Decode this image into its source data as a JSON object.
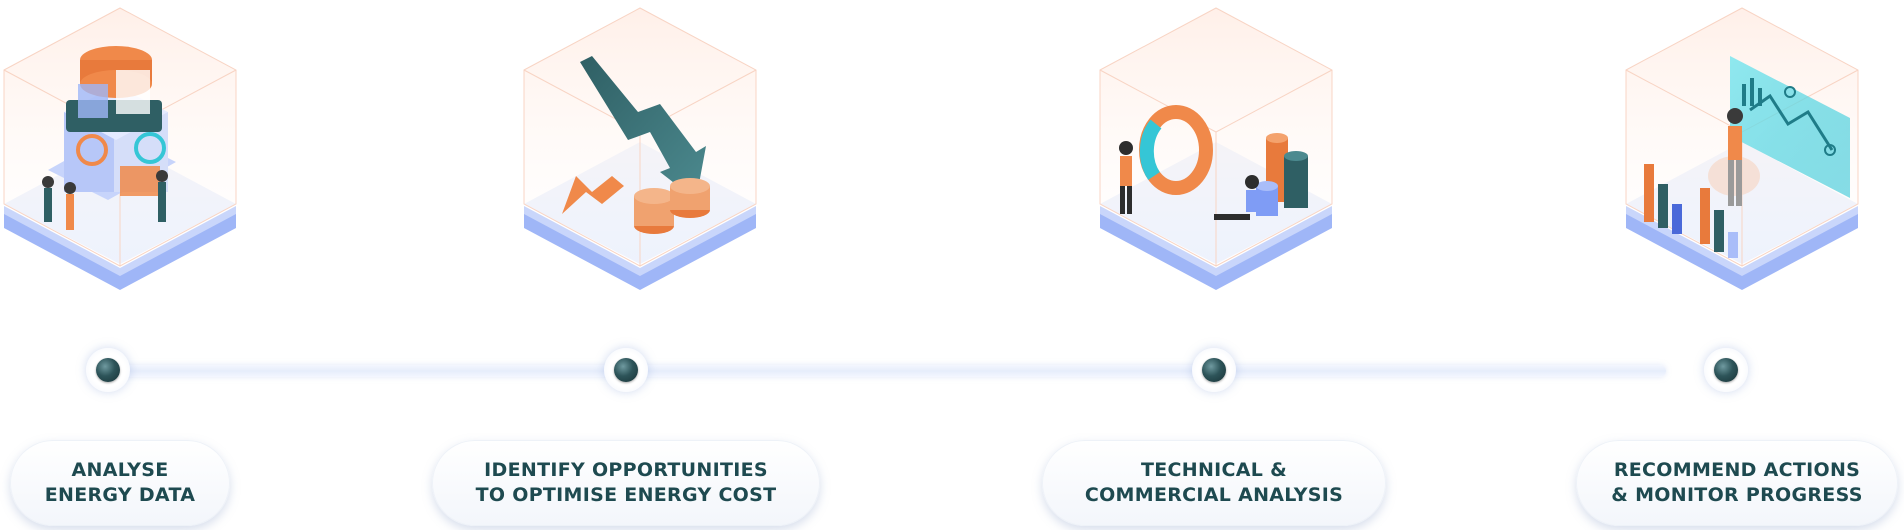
{
  "steps": [
    {
      "id": "analyse",
      "line1": "ANALYSE",
      "line2": "ENERGY DATA",
      "illustration": "data-center-team-icon"
    },
    {
      "id": "identify",
      "line1": "IDENTIFY OPPORTUNITIES",
      "line2": "TO OPTIMISE ENERGY COST",
      "illustration": "cost-drop-coins-icon"
    },
    {
      "id": "technical",
      "line1": "TECHNICAL &",
      "line2": "COMMERCIAL ANALYSIS",
      "illustration": "analysis-charts-team-icon"
    },
    {
      "id": "recommend",
      "line1": "RECOMMEND ACTIONS",
      "line2": "& MONITOR PROGRESS",
      "illustration": "dashboard-monitoring-icon"
    }
  ],
  "colors": {
    "label_text": "#1e4a50",
    "node_dot": "#2d5459",
    "accent_orange": "#f0894a",
    "accent_blue": "#7f9cf5",
    "accent_teal": "#2f6a6e",
    "accent_cyan": "#35c6d6"
  }
}
